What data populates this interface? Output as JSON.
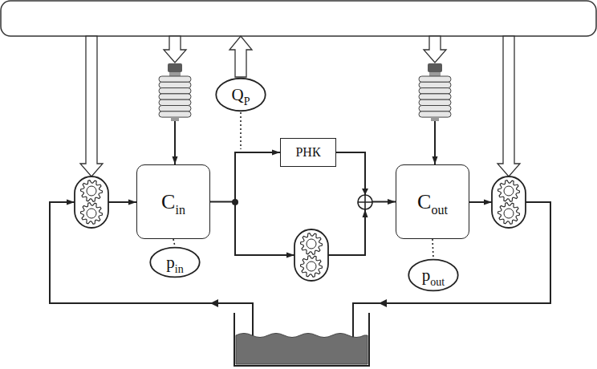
{
  "diagram": {
    "nodes": [
      {
        "text": [
          "C",
          "in"
        ]
      },
      {
        "text": [
          "p",
          "in"
        ]
      },
      {
        "text": [
          "Q",
          "P"
        ]
      },
      {
        "text": [
          "РНК"
        ]
      },
      {
        "text": [
          "C",
          "out"
        ]
      },
      {
        "text": [
          "p",
          "out"
        ]
      }
    ],
    "edges": [
      {
        "from": 0,
        "to": 3,
        "arrow": "to"
      },
      {
        "from": 3,
        "to": 4,
        "arrow": "to"
      },
      {
        "from": 0,
        "to": 1,
        "arrow": "none"
      },
      {
        "from": 4,
        "to": 5,
        "arrow": "none"
      }
    ]
  }
}
